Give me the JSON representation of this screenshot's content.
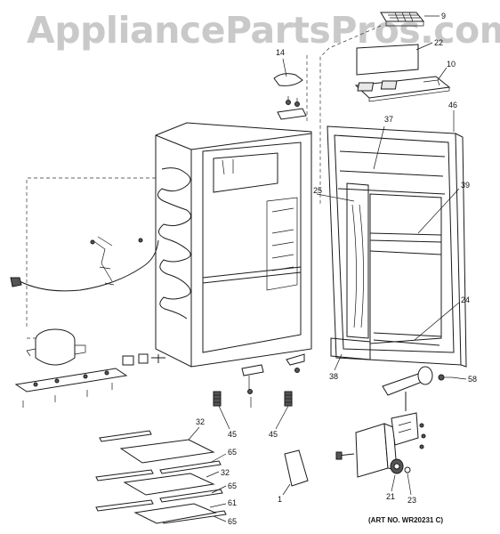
{
  "watermark": "AppliancePartsPros.com",
  "art_number": "(ART NO. WR20231 C)",
  "callouts": [
    {
      "id": "9",
      "label": "9"
    },
    {
      "id": "22",
      "label": "22"
    },
    {
      "id": "10",
      "label": "10"
    },
    {
      "id": "14",
      "label": "14"
    },
    {
      "id": "46",
      "label": "46"
    },
    {
      "id": "37",
      "label": "37"
    },
    {
      "id": "25",
      "label": "25"
    },
    {
      "id": "39",
      "label": "39"
    },
    {
      "id": "24",
      "label": "24"
    },
    {
      "id": "38",
      "label": "38"
    },
    {
      "id": "58",
      "label": "58"
    },
    {
      "id": "45a",
      "label": "45"
    },
    {
      "id": "45b",
      "label": "45"
    },
    {
      "id": "32a",
      "label": "32"
    },
    {
      "id": "65a",
      "label": "65"
    },
    {
      "id": "32b",
      "label": "32"
    },
    {
      "id": "65b",
      "label": "65"
    },
    {
      "id": "61",
      "label": "61"
    },
    {
      "id": "65c",
      "label": "65"
    },
    {
      "id": "1",
      "label": "1"
    },
    {
      "id": "21",
      "label": "21"
    },
    {
      "id": "23",
      "label": "23"
    }
  ]
}
